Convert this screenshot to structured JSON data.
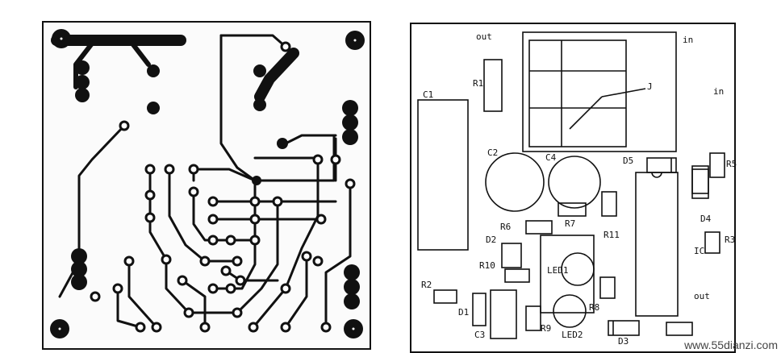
{
  "silk": {
    "out_top": "out",
    "in_top": "in",
    "in_right": "in",
    "relay": "J",
    "r1": "R1",
    "c1": "C1",
    "c2": "C2",
    "c4": "C4",
    "d5": "D5",
    "r5": "R5",
    "r7": "R7",
    "d4": "D4",
    "r3": "R3",
    "r6": "R6",
    "d2": "D2",
    "r11": "R11",
    "ic": "IC",
    "r10": "R10",
    "led1": "LED1",
    "r2": "R2",
    "out_right": "out",
    "d1": "D1",
    "c3": "C3",
    "r8": "R8",
    "r9": "R9",
    "led2": "LED2",
    "d3": "D3"
  },
  "watermark": "www.55dianzi.com"
}
